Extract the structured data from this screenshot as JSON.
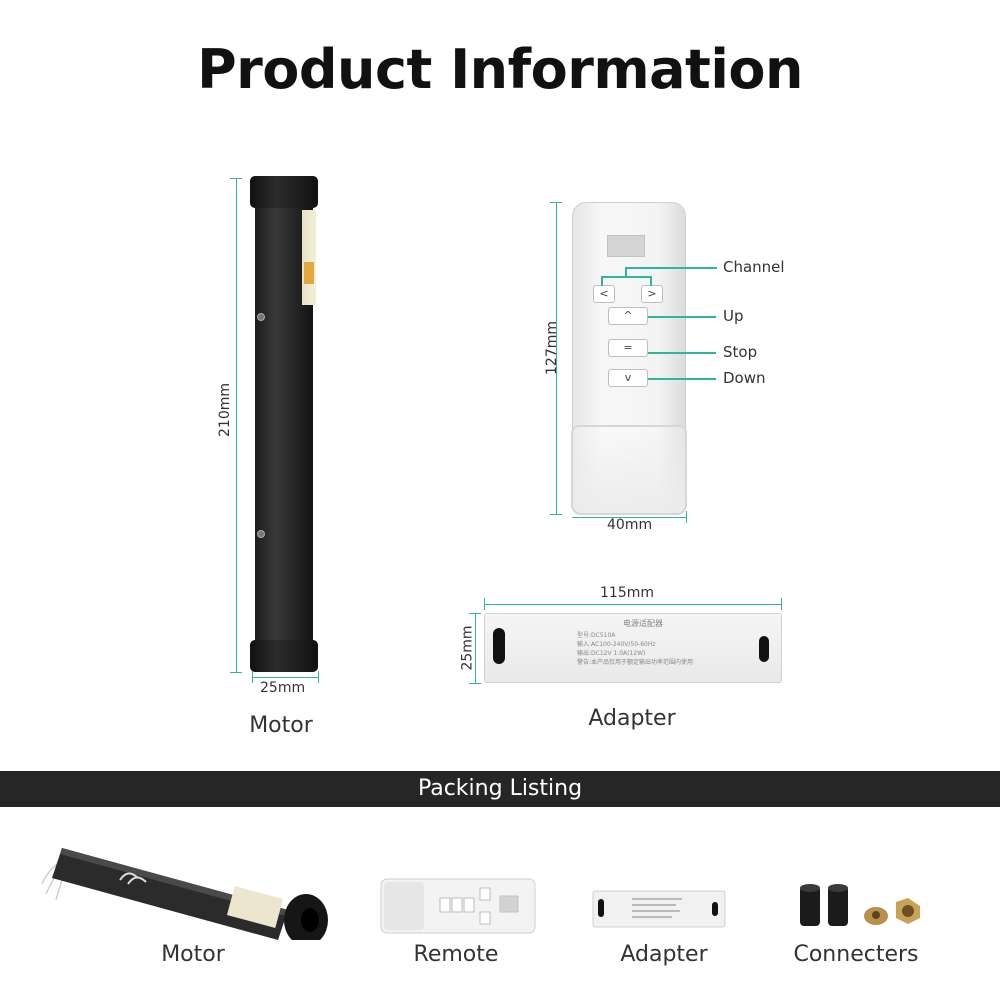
{
  "page_title": "Product Information",
  "motor": {
    "height_label": "210mm",
    "width_label": "25mm",
    "caption": "Motor"
  },
  "remote": {
    "height_label": "127mm",
    "width_label": "40mm",
    "buttons": {
      "left": "<",
      "right": ">",
      "up": "^",
      "stop": "=",
      "down": "v"
    },
    "callouts": {
      "channel": "Channel",
      "up": "Up",
      "stop": "Stop",
      "down": "Down"
    }
  },
  "adapter": {
    "width_label": "115mm",
    "height_label": "25mm",
    "caption": "Adapter",
    "label_lines": [
      "电源适配器",
      "型号:DC510A",
      "输入:AC100-240V/50-60Hz",
      "输出:DC12V 1.0A(12W)",
      "警告:本产品仅用于额定输出功率范围内使用"
    ]
  },
  "packing": {
    "banner": "Packing Listing",
    "items": [
      "Motor",
      "Remote",
      "Adapter",
      "Connecters"
    ]
  },
  "colors": {
    "accent": "#2fb59a",
    "banner_bg": "#262626"
  }
}
